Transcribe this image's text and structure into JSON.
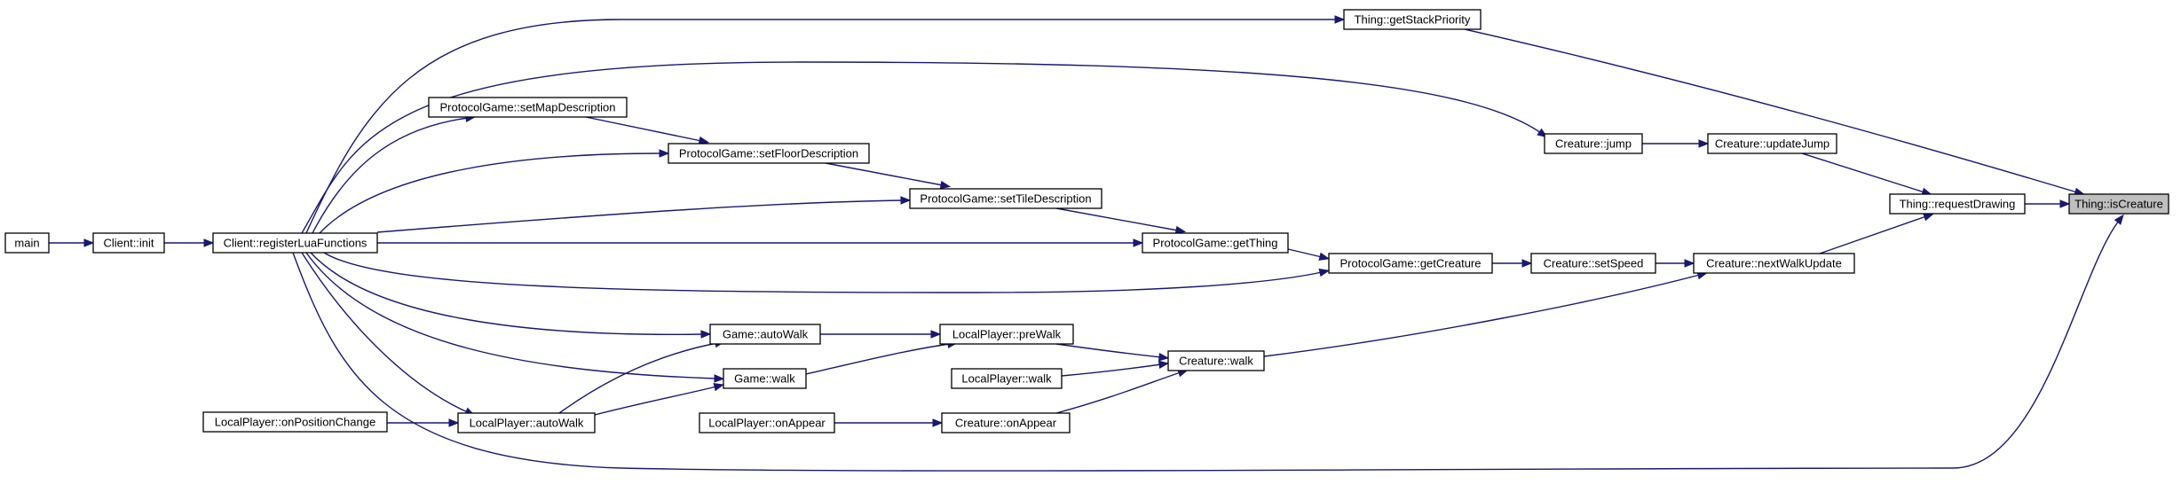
{
  "nodes": [
    {
      "id": "main",
      "label": "main"
    },
    {
      "id": "client_init",
      "label": "Client::init"
    },
    {
      "id": "register_lua",
      "label": "Client::registerLuaFunctions"
    },
    {
      "id": "lp_onposchange",
      "label": "LocalPlayer::onPositionChange"
    },
    {
      "id": "pg_setmapdesc",
      "label": "ProtocolGame::setMapDescription"
    },
    {
      "id": "pg_setfloordesc",
      "label": "ProtocolGame::setFloorDescription"
    },
    {
      "id": "pg_settiledesc",
      "label": "ProtocolGame::setTileDescription"
    },
    {
      "id": "pg_getthing",
      "label": "ProtocolGame::getThing"
    },
    {
      "id": "pg_getcreature",
      "label": "ProtocolGame::getCreature"
    },
    {
      "id": "game_autowalk",
      "label": "Game::autoWalk"
    },
    {
      "id": "game_walk",
      "label": "Game::walk"
    },
    {
      "id": "lp_autowalk",
      "label": "LocalPlayer::autoWalk"
    },
    {
      "id": "lp_prewalk",
      "label": "LocalPlayer::preWalk"
    },
    {
      "id": "lp_walk",
      "label": "LocalPlayer::walk"
    },
    {
      "id": "lp_onappear",
      "label": "LocalPlayer::onAppear"
    },
    {
      "id": "cr_onappear",
      "label": "Creature::onAppear"
    },
    {
      "id": "cr_walk",
      "label": "Creature::walk"
    },
    {
      "id": "cr_jump",
      "label": "Creature::jump"
    },
    {
      "id": "cr_updatejump",
      "label": "Creature::updateJump"
    },
    {
      "id": "cr_setspeed",
      "label": "Creature::setSpeed"
    },
    {
      "id": "cr_nextwalk",
      "label": "Creature::nextWalkUpdate"
    },
    {
      "id": "th_getstack",
      "label": "Thing::getStackPriority"
    },
    {
      "id": "th_requestdraw",
      "label": "Thing::requestDrawing"
    },
    {
      "id": "th_iscreature",
      "label": "Thing::isCreature"
    }
  ],
  "edges": [
    {
      "from": "main",
      "to": "client_init"
    },
    {
      "from": "client_init",
      "to": "register_lua"
    },
    {
      "from": "register_lua",
      "to": "th_getstack"
    },
    {
      "from": "register_lua",
      "to": "cr_jump"
    },
    {
      "from": "register_lua",
      "to": "pg_setmapdesc"
    },
    {
      "from": "register_lua",
      "to": "pg_setfloordesc"
    },
    {
      "from": "register_lua",
      "to": "pg_settiledesc"
    },
    {
      "from": "register_lua",
      "to": "pg_getthing"
    },
    {
      "from": "register_lua",
      "to": "pg_getcreature"
    },
    {
      "from": "register_lua",
      "to": "game_autowalk"
    },
    {
      "from": "register_lua",
      "to": "game_walk"
    },
    {
      "from": "register_lua",
      "to": "lp_autowalk"
    },
    {
      "from": "register_lua",
      "to": "th_iscreature"
    },
    {
      "from": "lp_onposchange",
      "to": "lp_autowalk"
    },
    {
      "from": "lp_autowalk",
      "to": "game_autowalk"
    },
    {
      "from": "lp_autowalk",
      "to": "game_walk"
    },
    {
      "from": "pg_setmapdesc",
      "to": "pg_setfloordesc"
    },
    {
      "from": "pg_setfloordesc",
      "to": "pg_settiledesc"
    },
    {
      "from": "pg_settiledesc",
      "to": "pg_getthing"
    },
    {
      "from": "pg_getthing",
      "to": "pg_getcreature"
    },
    {
      "from": "pg_getcreature",
      "to": "cr_setspeed"
    },
    {
      "from": "game_autowalk",
      "to": "lp_prewalk"
    },
    {
      "from": "game_walk",
      "to": "lp_prewalk"
    },
    {
      "from": "lp_prewalk",
      "to": "cr_walk"
    },
    {
      "from": "lp_walk",
      "to": "cr_walk"
    },
    {
      "from": "lp_onappear",
      "to": "cr_onappear"
    },
    {
      "from": "cr_onappear",
      "to": "cr_walk"
    },
    {
      "from": "cr_walk",
      "to": "cr_nextwalk"
    },
    {
      "from": "cr_setspeed",
      "to": "cr_nextwalk"
    },
    {
      "from": "cr_jump",
      "to": "cr_updatejump"
    },
    {
      "from": "cr_updatejump",
      "to": "th_requestdraw"
    },
    {
      "from": "cr_nextwalk",
      "to": "th_requestdraw"
    },
    {
      "from": "th_requestdraw",
      "to": "th_iscreature"
    },
    {
      "from": "th_getstack",
      "to": "th_iscreature"
    }
  ]
}
